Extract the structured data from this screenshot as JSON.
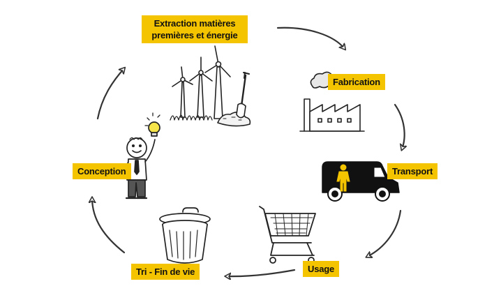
{
  "cycle": {
    "steps": [
      {
        "label": "Extraction matières premières et énergie",
        "icon": "wind-turbine-icon"
      },
      {
        "label": "Fabrication",
        "icon": "factory-icon"
      },
      {
        "label": "Transport",
        "icon": "delivery-van-icon"
      },
      {
        "label": "Usage",
        "icon": "shopping-cart-icon"
      },
      {
        "label": "Tri - Fin de vie",
        "icon": "trash-can-icon"
      },
      {
        "label": "Conception",
        "icon": "designer-lightbulb-icon"
      }
    ],
    "colors": {
      "label_background": "#f5c400",
      "arrow": "#333333",
      "ink": "#222222",
      "van": "#111111",
      "accent": "#f5c400"
    }
  }
}
